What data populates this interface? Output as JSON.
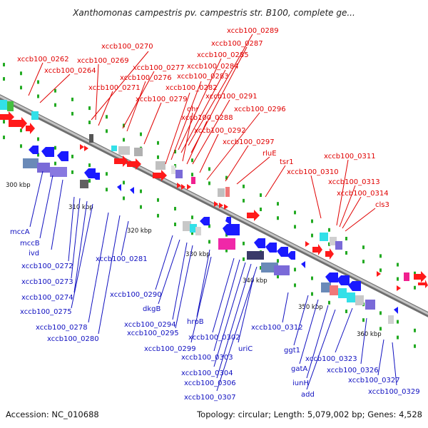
{
  "header": {
    "title": "Xanthomonas campestris pv. campestris str. B100, complete ge..."
  },
  "footer": {
    "accession": "Accession: NC_010688",
    "summary": "Topology: circular; Length: 5,079,002 bp; Genes: 4,528"
  },
  "colors": {
    "forward": "#ff1a1a",
    "reverse": "#1a1aff",
    "backbone": "#9a9a9a",
    "tick_dots": "#22aa22",
    "cyan": "#33e0e8",
    "purple": "#7a6ad8",
    "steel": "#6a8ab8",
    "gray": "#c8c8c8",
    "dark": "#555555",
    "magenta": "#f0208f",
    "salmon": "#f07878"
  },
  "scale_labels": [
    "300 kbp",
    "310 kbp",
    "320 kbp",
    "330 kbp",
    "340 kbp",
    "350 kbp",
    "360 kbp"
  ],
  "top_labels": [
    "xccb100_0289",
    "xccb100_0270",
    "xccb100_0287",
    "xccb100_0285",
    "xccb100_0262",
    "xccb100_0269",
    "xccb100_0277",
    "xccb100_0284",
    "xccb100_0264",
    "xccb100_0276",
    "xccb100_0283",
    "xccb100_0271",
    "xccb100_0282",
    "xccb100_0279",
    "xccb100_0291",
    "ohr",
    "xccb100_0296",
    "xccb100_0288",
    "xccb100_0292",
    "xccb100_0297",
    "rluE",
    "tsr1",
    "xccb100_0311",
    "xccb100_0310",
    "xccb100_0313",
    "xccb100_0314",
    "cls3"
  ],
  "bottom_labels": [
    "mccA",
    "mccB",
    "ivd",
    "xccb100_0272",
    "xccb100_0273",
    "xccb100_0274",
    "xccb100_0275",
    "xccb100_0278",
    "xccb100_0280",
    "xccb100_0281",
    "xccb100_0290",
    "dkgB",
    "xccb100_0294",
    "xccb100_0295",
    "hrpB",
    "xccb100_0299",
    "xccb100_0302",
    "uriC",
    "xccb100_0303",
    "xccb100_0304",
    "xccb100_0306",
    "xccb100_0307",
    "xccb100_0312",
    "ggt1",
    "gatA",
    "iunH",
    "add",
    "xccb100_0323",
    "xccb100_0326",
    "xccb100_0327",
    "xccb100_0329"
  ]
}
